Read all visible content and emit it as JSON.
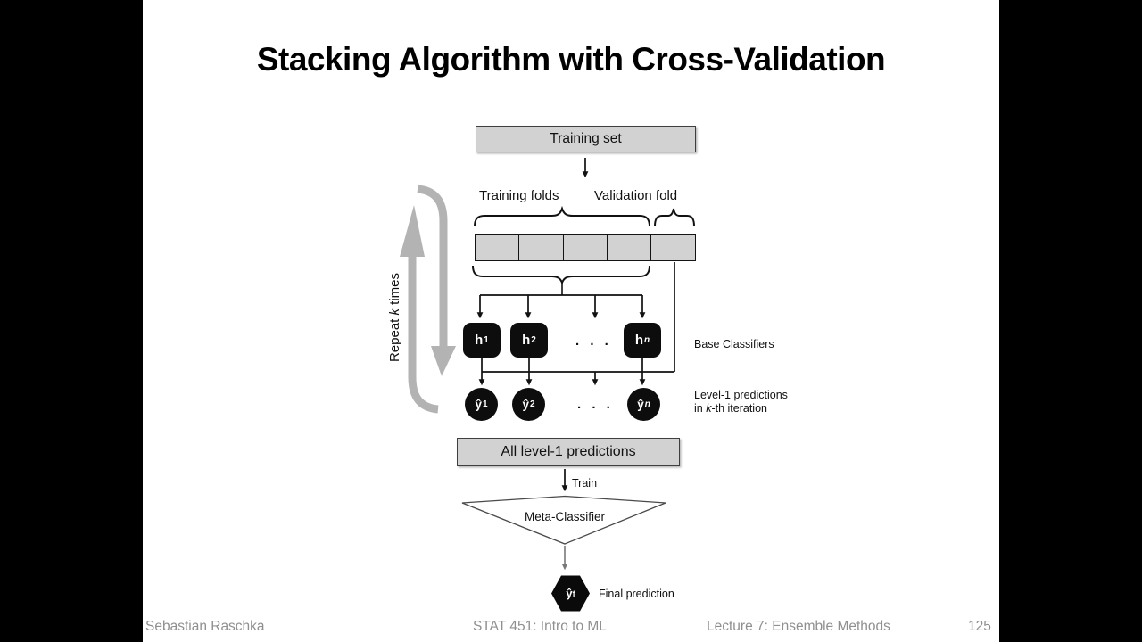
{
  "title": "Stacking Algorithm with Cross-Validation",
  "diagram": {
    "training_set_label": "Training set",
    "folds": {
      "count": 5,
      "training_label": "Training folds",
      "validation_label": "Validation fold"
    },
    "repeat": {
      "pre": "Repeat ",
      "k": "k",
      "post": " times"
    },
    "base": {
      "nodes": [
        {
          "base": "h",
          "sub": "1"
        },
        {
          "base": "h",
          "sub": "2"
        },
        {
          "base": "h",
          "sub": "n"
        }
      ],
      "dots": ". . .",
      "label": "Base Classifiers"
    },
    "level1": {
      "nodes": [
        {
          "base": "ŷ",
          "sub": "1"
        },
        {
          "base": "ŷ",
          "sub": "2"
        },
        {
          "base": "ŷ",
          "sub": "n"
        }
      ],
      "dots": ". . .",
      "label_line1": "Level-1 predictions",
      "line2": {
        "pre": "in ",
        "k": "k",
        "post": "-th iteration"
      }
    },
    "all_level1_label": "All level-1 predictions",
    "train_label": "Train",
    "meta_label": "Meta-Classifier",
    "final": {
      "node": {
        "base": "ŷ",
        "sub": "f"
      },
      "label": "Final prediction"
    }
  },
  "footer": {
    "author": "Sebastian Raschka",
    "course": "STAT 451: Intro to ML",
    "lecture": "Lecture 7: Ensemble Methods",
    "page": "125"
  },
  "colors": {
    "box_fill": "#d2d2d2",
    "box_border": "#3f3f3f",
    "node_fill": "#0d0d0d",
    "loop_arrow": "#b3b3b3",
    "footer_text": "#8f8f8f"
  }
}
